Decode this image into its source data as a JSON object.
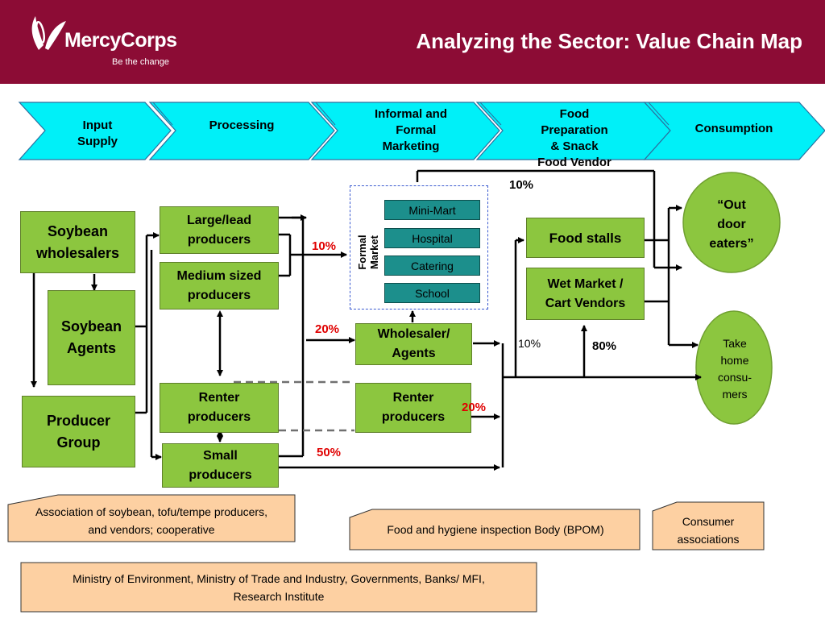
{
  "header": {
    "logo": "MercyCorps",
    "tagline": "Be the change",
    "title": "Analyzing the Sector: Value Chain Map"
  },
  "stages": [
    {
      "label": "Input\nSupply"
    },
    {
      "label": "Processing"
    },
    {
      "label": "Informal and\n   Formal\nMarketing"
    },
    {
      "label": "Food\nPreparation\n&  Snack\nFood Vendor"
    },
    {
      "label": "Consumption"
    }
  ],
  "actors": {
    "soybean_wholesalers": "Soybean\nwholesalers",
    "soybean_agents": "Soybean\nAgents",
    "producer_group": "Producer\nGroup",
    "large_producers": "Large/lead\nproducers",
    "medium_producers": "Medium sized\nproducers",
    "renter_producers_left": "Renter\nproducers",
    "small_producers": "Small\nproducers",
    "wholesaler_agents": "Wholesaler/\nAgents",
    "renter_producers_mid": "Renter\nproducers",
    "food_stalls": "Food stalls",
    "wet_market": "Wet Market /\nCart Vendors"
  },
  "formal_market": {
    "label": "Formal\nMarket",
    "items": [
      "Mini-Mart",
      "Hospital",
      "Catering",
      "School"
    ]
  },
  "consumers": {
    "outdoor": "“Out\ndoor\neaters”",
    "take_home": "Take\nhome\nconsu-\nmers"
  },
  "percentages": {
    "top_10": "10%",
    "formal_10": "10%",
    "wholesaler_20": "20%",
    "renter_20": "20%",
    "small_50": "50%",
    "stalls_10": "10%",
    "home_80": "80%"
  },
  "support": {
    "association": "Association of soybean, tofu/tempe producers,\nand vendors; cooperative",
    "bpom": "Food and hygiene inspection Body  (BPOM)",
    "consumer_assoc": "Consumer\nassociations",
    "ministry": "Ministry of Environment,  Ministry of Trade and Industry, Governments, Banks/ MFI,\nResearch Institute"
  },
  "colors": {
    "header": "#8c0c35",
    "chevron": "#00f0f8",
    "actor_box": "#8cc63f",
    "market_box": "#1c8f8c",
    "consumer_circle": "#8cc63f",
    "support_box": "#fdd0a2",
    "accent_red": "#e00000"
  }
}
